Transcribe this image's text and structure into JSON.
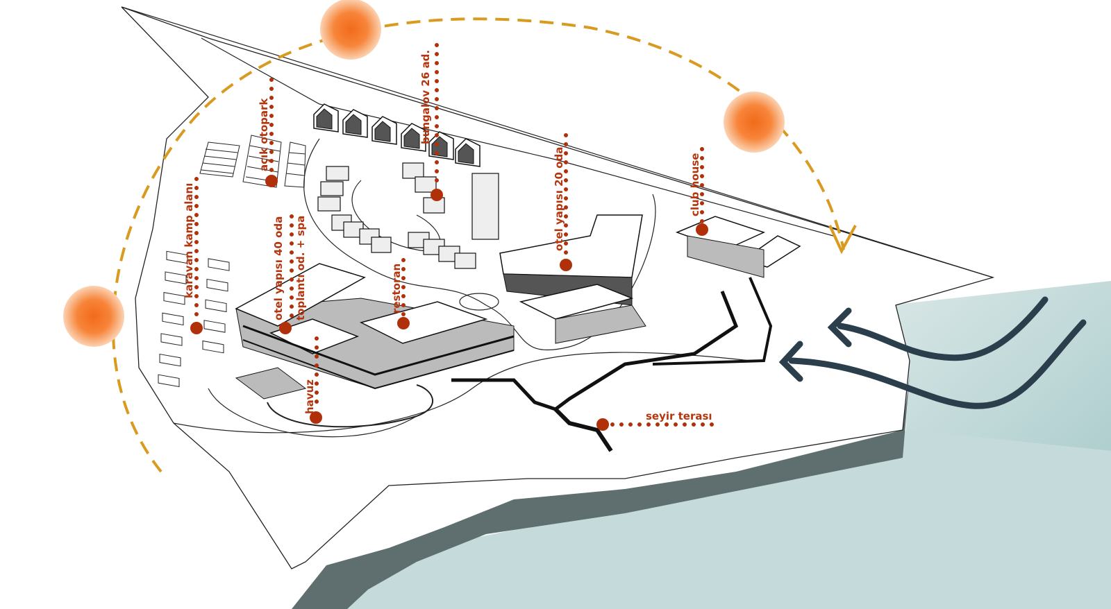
{
  "colors": {
    "label": "#b3360f",
    "marker": "#b0300a",
    "sun_path": "#d99a20",
    "sun": "#f5842a",
    "wind": "#2a3e4b",
    "sea": "#bcd6d6",
    "cliff": "#5f6f6f"
  },
  "labels": {
    "acik_otopark": "açık otopark",
    "bungalov": "bungalov 26 ad.",
    "otel_20": "otel yapısı 20 oda",
    "club_house": "club house",
    "karavan": "karavan kamp alanı",
    "otel_40": "otel yapısı 40 oda",
    "toplanti_spa": "toplantı od. + spa",
    "restoran": "restoran",
    "havuz": "havuz",
    "seyir_terasi": "seyir terası"
  },
  "icons": [
    "sun-icon",
    "wind-arrow-icon",
    "location-marker-icon"
  ]
}
